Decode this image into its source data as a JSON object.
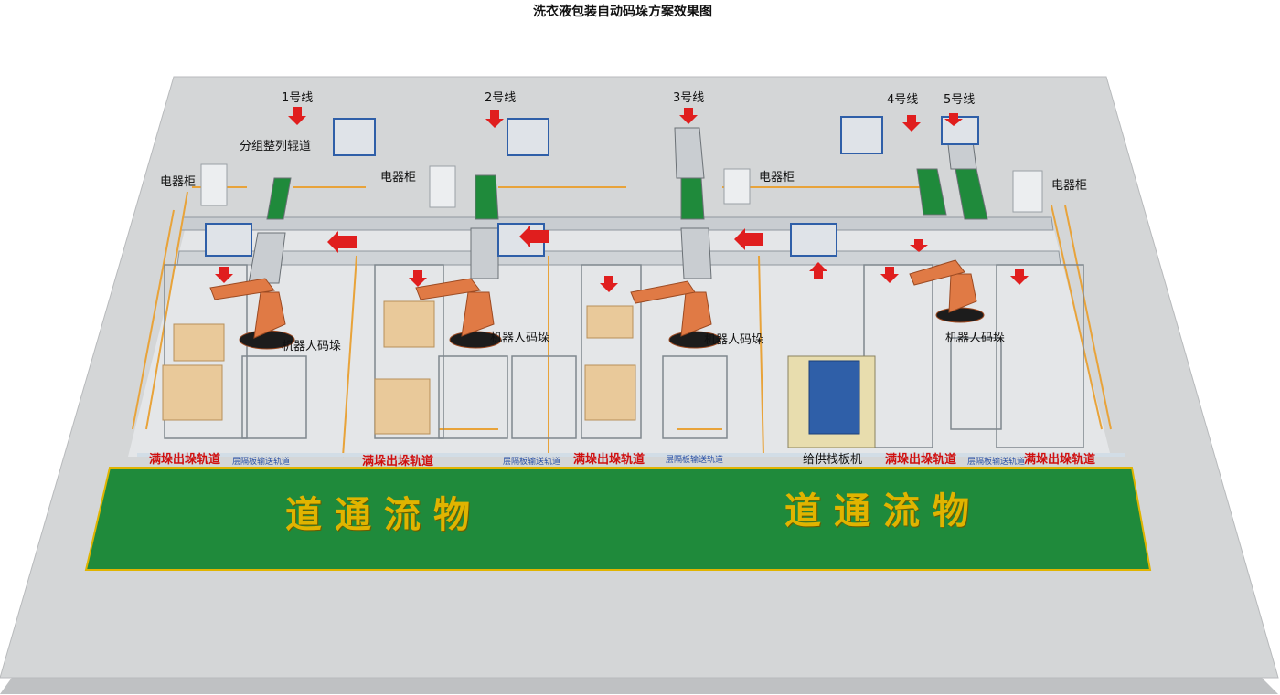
{
  "title": "洗衣液包装自动码垛方案效果图",
  "lines": [
    "1号线",
    "2号线",
    "3号线",
    "4号线",
    "5号线"
  ],
  "group_roller_label": "分组整列辊道",
  "cabinet_label": "电器柜",
  "robot_label": "机器人码垛",
  "full_stack_label": "满垛出垛轨道",
  "separator_label": "层隔板输送轨道",
  "pallet_supply_label": "给供栈板机",
  "logistics_label": "物流通道",
  "colors": {
    "floor": "#d4d6d7",
    "floor_edge": "#b6b8ba",
    "green_channel": "#1f8a3b",
    "green_border": "#e0b400",
    "robot": "#e07a45",
    "fence": "#e8a33a",
    "arrow": "#e01e1e",
    "frame_blue": "#2f5fa8"
  }
}
